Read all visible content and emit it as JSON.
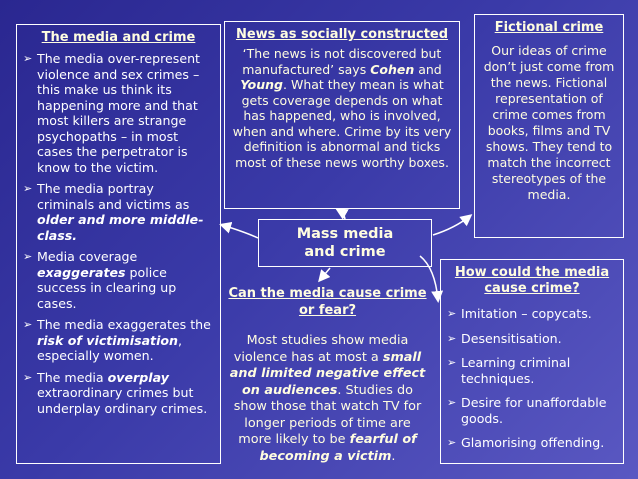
{
  "crime_box": {
    "title": "The media and crime",
    "b1": "The media over-represent violence and sex crimes – this make us think its happening more and that most killers are strange psychopaths – in most cases the perpetrator is know to the victim.",
    "b2_pre": "The media portray criminals and victims as ",
    "b2_em": "older and more middle-class.",
    "b3_pre": "Media coverage ",
    "b3_em": "exaggerates",
    "b3_post": " police success in clearing up cases.",
    "b4_pre": "The media exaggerates the ",
    "b4_em": "risk of victimisation",
    "b4_post": ", especially women.",
    "b5_pre": "The media ",
    "b5_em": "overplay",
    "b5_post": " extraordinary crimes but underplay ordinary crimes."
  },
  "news_box": {
    "title": "News as socially constructed",
    "t1": "‘The news is not discovered but manufactured’ says ",
    "a1": "Cohen",
    "t2": " and ",
    "a2": "Young",
    "t3": ". What they mean is what gets coverage depends on what has happened, who is involved, when and where. Crime by its very definition is abnormal and ticks most of these news worthy boxes."
  },
  "fiction_box": {
    "title": "Fictional crime",
    "text": "Our ideas of crime don’t just come from the news. Fictional representation of crime comes from books, films and TV shows. They tend to match the incorrect stereotypes of the media."
  },
  "center_box": {
    "title": "Mass media and crime"
  },
  "cause_fear": {
    "title": "Can the media cause crime or fear?",
    "t1": "Most studies show media violence has at most a ",
    "e1": "small and limited negative effect on audiences",
    "t2": ". Studies do show those that watch TV for longer periods of time are more likely to be ",
    "e2": "fearful of becoming a victim",
    "t3": "."
  },
  "how_cause": {
    "title": "How could the media cause crime?",
    "items": [
      "Imitation – copycats.",
      "Desensitisation.",
      "Learning criminal techniques.",
      "Desire for unaffordable goods.",
      "Glamorising offending."
    ]
  }
}
